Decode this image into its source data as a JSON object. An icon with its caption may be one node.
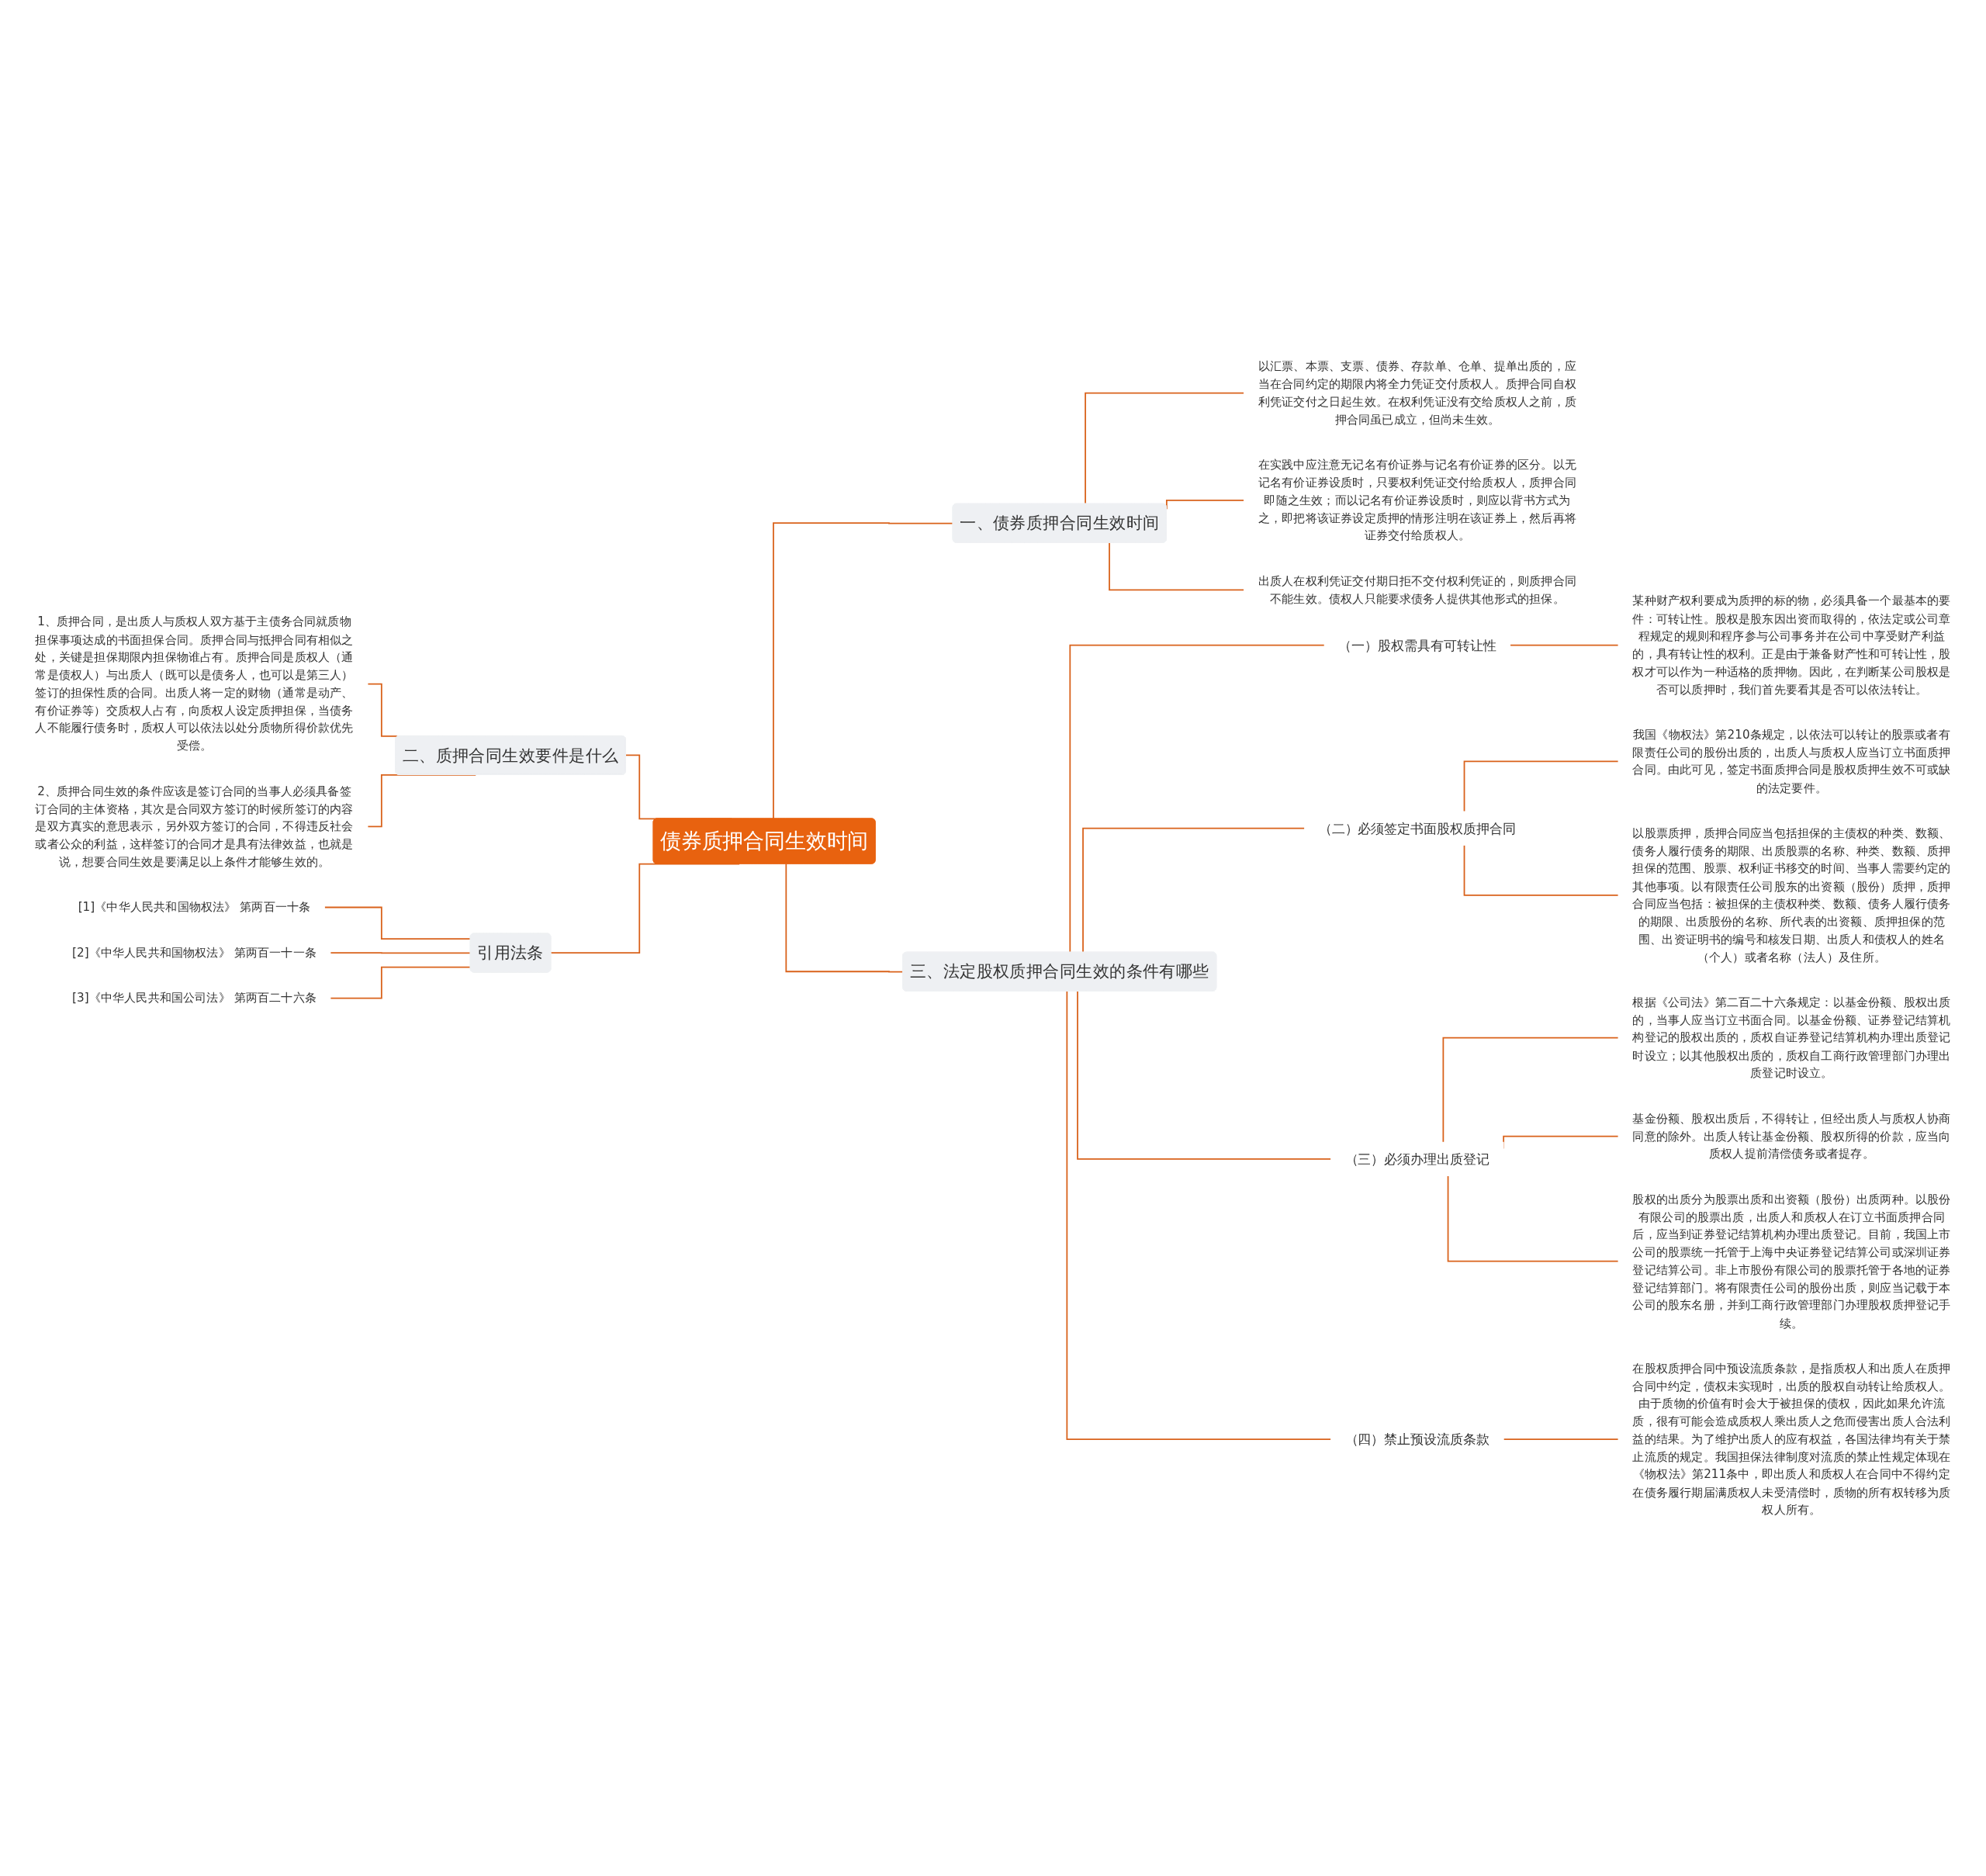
{
  "diagram": {
    "nodes": [
      {
        "text": [
          "债券质押合同生效时间"
        ]
      },
      {
        "text": [
          "一、债券质押合同生效时间"
        ]
      },
      {
        "text": [
          "以汇票、本票、支票、债券、存款单、仓单、提单出质的，应当在合同约定的期限内将全力凭证交付质权人。质押合同自权利凭证交付之日起生效。在权利凭证没有交给质权人之前，质押合同虽已成立，但尚未生效。"
        ]
      },
      {
        "text": [
          "在实践中应注意无记名有价证券与记名有价证券的区分。以无记名有价证券设质时，只要权利凭证交付给质权人，质押合同即随之生效；而以记名有价证券设质时，则应以背书方式为之，即把将该证券设定质押的情形注明在该证券上，然后再将证券交付给质权人。"
        ]
      },
      {
        "text": [
          "出质人在权利凭证交付期日拒不交付权利凭证的，则质押合同不能生效。债权人只能要求债务人提供其他形式的担保。"
        ]
      },
      {
        "text": [
          "三、法定股权质押合同生效的条件有哪些"
        ]
      },
      {
        "text": [
          "（一）股权需具有可转让性"
        ]
      },
      {
        "text": [
          "某种财产权利要成为质押的标的物，必须具备一个最基本的要件：可转让性。股权是股东因出资而取得的，依法定或公司章程规定的规则和程序参与公司事务并在公司中享受财产利益的，具有转让性的权利。正是由于兼备财产性和可转让性，股权才可以作为一种适格的质押物。因此，在判断某公司股权是否可以质押时，我们首先要看其是否可以依法转让。"
        ]
      },
      {
        "text": [
          "（二）必须签定书面股权质押合同"
        ]
      },
      {
        "text": [
          "我国《物权法》第210条规定，以依法可以转让的股票或者有限责任公司的股份出质的，出质人与质权人应当订立书面质押合同。由此可见，签定书面质押合同是股权质押生效不可或缺的法定要件。"
        ]
      },
      {
        "text": [
          "以股票质押，质押合同应当包括担保的主债权的种类、数额、债务人履行债务的期限、出质股票的名称、种类、数额、质押担保的范围、股票、权利证书移交的时间、当事人需要约定的其他事项。以有限责任公司股东的出资额（股份）质押，质押合同应当包括：被担保的主债权种类、数额、债务人履行债务的期限、出质股份的名称、所代表的出资额、质押担保的范围、出资证明书的编号和核发日期、出质人和债权人的姓名（个人）或者名称（法人）及住所。"
        ]
      },
      {
        "text": [
          "（三）必须办理出质登记"
        ]
      },
      {
        "text": [
          "根据《公司法》第二百二十六条规定：以基金份额、股权出质的，当事人应当订立书面合同。以基金份额、证券登记结算机构登记的股权出质的，质权自证券登记结算机构办理出质登记时设立；以其他股权出质的，质权自工商行政管理部门办理出质登记时设立。"
        ]
      },
      {
        "text": [
          "基金份额、股权出质后，不得转让，但经出质人与质权人协商同意的除外。出质人转让基金份额、股权所得的价款，应当向质权人提前清偿债务或者提存。"
        ]
      },
      {
        "text": [
          "股权的出质分为股票出质和出资额（股份）出质两种。以股份有限公司的股票出质，出质人和质权人在订立书面质押合同后，应当到证券登记结算机构办理出质登记。目前，我国上市公司的股票统一托管于上海中央证券登记结算公司或深圳证券登记结算公司。非上市股份有限公司的股票托管于各地的证券登记结算部门。将有限责任公司的股份出质，则应当记载于本公司的股东名册，并到工商行政管理部门办理股权质押登记手续。"
        ]
      },
      {
        "text": [
          "（四）禁止预设流质条款"
        ]
      },
      {
        "text": [
          "在股权质押合同中预设流质条款，是指质权人和出质人在质押合同中约定，债权未实现时，出质的股权自动转让给质权人。由于质物的价值有时会大于被担保的债权，因此如果允许流质，很有可能会造成质权人乘出质人之危而侵害出质人合法利益的结果。为了维护出质人的应有权益，各国法律均有关于禁止流质的规定。我国担保法律制度对流质的禁止性规定体现在《物权法》第211条中，即出质人和质权人在合同中不得约定在债务履行期届满质权人未受清偿时，质物的所有权转移为质权人所有。"
        ]
      },
      {
        "text": [
          "二、质押合同生效要件是什么"
        ]
      },
      {
        "text": [
          "1、质押合同，是出质人与质权人双方基于主债务合同就质物担保事项达成的书面担保合同。质押合同与抵押合同有相似之处，关键是担保期限内担保物谁占有。质押合同是质权人（通常是债权人）与出质人（既可以是债务人，也可以是第三人）签订的担保性质的合同。出质人将一定的财物（通常是动产、有价证券等）交质权人占有，向质权人设定质押担保，当债务人不能履行债务时，质权人可以依法以处分质物所得价款优先受偿。"
        ]
      },
      {
        "text": [
          "2、质押合同生效的条件应该是签订合同的当事人必须具备签订合同的主体资格，其次是合同双方签订的时候所签订的内容是双方真实的意思表示，另外双方签订的合同，不得违反社会或者公众的利益，这样签订的合同才是具有法律效益，也就是说，想要合同生效是要满足以上条件才能够生效的。"
        ]
      },
      {
        "text": [
          "引用法条"
        ]
      },
      {
        "text": [
          "[1]《中华人民共和国物权法》 第两百一十条"
        ]
      },
      {
        "text": [
          "[2]《中华人民共和国物权法》 第两百一十一条"
        ]
      },
      {
        "text": [
          "[3]《中华人民共和国公司法》 第两百二十六条"
        ]
      }
    ],
    "edges": [
      {
        "from": 0,
        "to": 1,
        "arrow": "none"
      },
      {
        "from": 1,
        "to": 2,
        "arrow": "none"
      },
      {
        "from": 1,
        "to": 3,
        "arrow": "none"
      },
      {
        "from": 1,
        "to": 4,
        "arrow": "none"
      },
      {
        "from": 0,
        "to": 5,
        "arrow": "none"
      },
      {
        "from": 5,
        "to": 6,
        "arrow": "none"
      },
      {
        "from": 6,
        "to": 7,
        "arrow": "none"
      },
      {
        "from": 5,
        "to": 8,
        "arrow": "none"
      },
      {
        "from": 8,
        "to": 9,
        "arrow": "none"
      },
      {
        "from": 8,
        "to": 10,
        "arrow": "none"
      },
      {
        "from": 5,
        "to": 11,
        "arrow": "none"
      },
      {
        "from": 11,
        "to": 12,
        "arrow": "none"
      },
      {
        "from": 11,
        "to": 13,
        "arrow": "none"
      },
      {
        "from": 11,
        "to": 14,
        "arrow": "none"
      },
      {
        "from": 5,
        "to": 15,
        "arrow": "none"
      },
      {
        "from": 15,
        "to": 16,
        "arrow": "none"
      },
      {
        "from": 0,
        "to": 17,
        "arrow": "none"
      },
      {
        "from": 17,
        "to": 18,
        "arrow": "none"
      },
      {
        "from": 17,
        "to": 19,
        "arrow": "none"
      },
      {
        "from": 0,
        "to": 20,
        "arrow": "none"
      },
      {
        "from": 20,
        "to": 21,
        "arrow": "none"
      },
      {
        "from": 20,
        "to": 22,
        "arrow": "none"
      },
      {
        "from": 20,
        "to": 23,
        "arrow": "none"
      }
    ]
  }
}
